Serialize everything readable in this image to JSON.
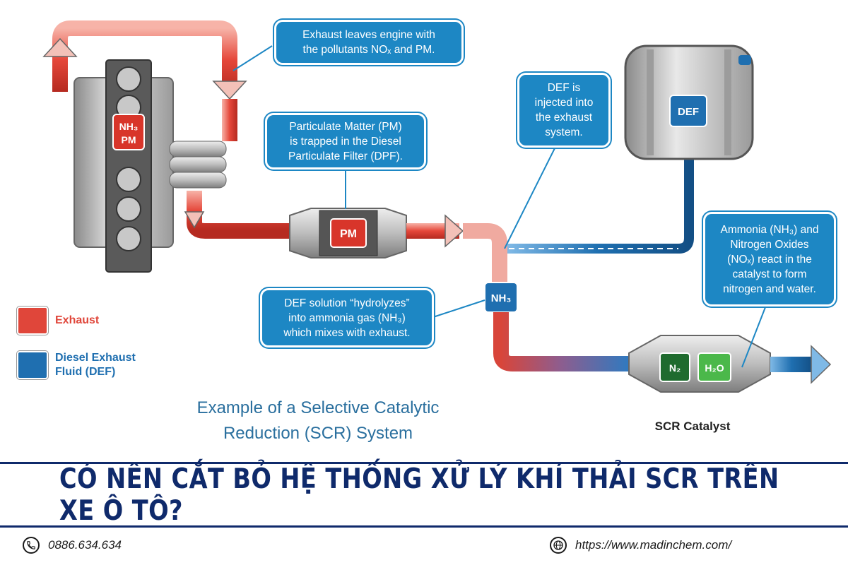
{
  "callouts": {
    "exhaust_leaves": "Exhaust leaves engine with\nthe pollutants NOₓ and PM.",
    "pm_trapped": "Particulate Matter (PM)\nis trapped in the Diesel\nParticulate Filter (DPF).",
    "def_injected": "DEF is\ninjected into\nthe exhaust\nsystem.",
    "hydrolyzes": "DEF solution “hydrolyzes”\ninto ammonia gas (NH₃)\nwhich mixes with exhaust.",
    "react": "Ammonia (NH₃) and\nNitrogen Oxides\n(NOₓ) react in the\ncatalyst to form\nnitrogen and water."
  },
  "labels": {
    "engine_nh3": "NH₃",
    "engine_pm": "PM",
    "dpf": "PM",
    "nh3_node": "NH₃",
    "def_tank": "DEF",
    "n2": "N₂",
    "h2o": "H₂O"
  },
  "legend": [
    {
      "label": "Exhaust",
      "color": "#e0463a"
    },
    {
      "label": "Diesel Exhaust\nFluid (DEF)",
      "color": "#1f6fb0"
    }
  ],
  "caption": "Example of a Selective Catalytic\nReduction (SCR) System",
  "scr_label": "SCR Catalyst",
  "headline": "CÓ NÊN CẮT BỎ HỆ THỐNG XỬ LÝ KHÍ THẢI SCR TRÊN XE Ô TÔ?",
  "footer": {
    "phone": "0886.634.634",
    "website": "https://www.madinchem.com/"
  },
  "colors": {
    "exhaust": "#e0463a",
    "def": "#1f6fb0",
    "callout": "#1d87c4",
    "headline": "#0f2a6b",
    "n2_box": "#1f6b2e",
    "h2o_box": "#4bb84a"
  }
}
